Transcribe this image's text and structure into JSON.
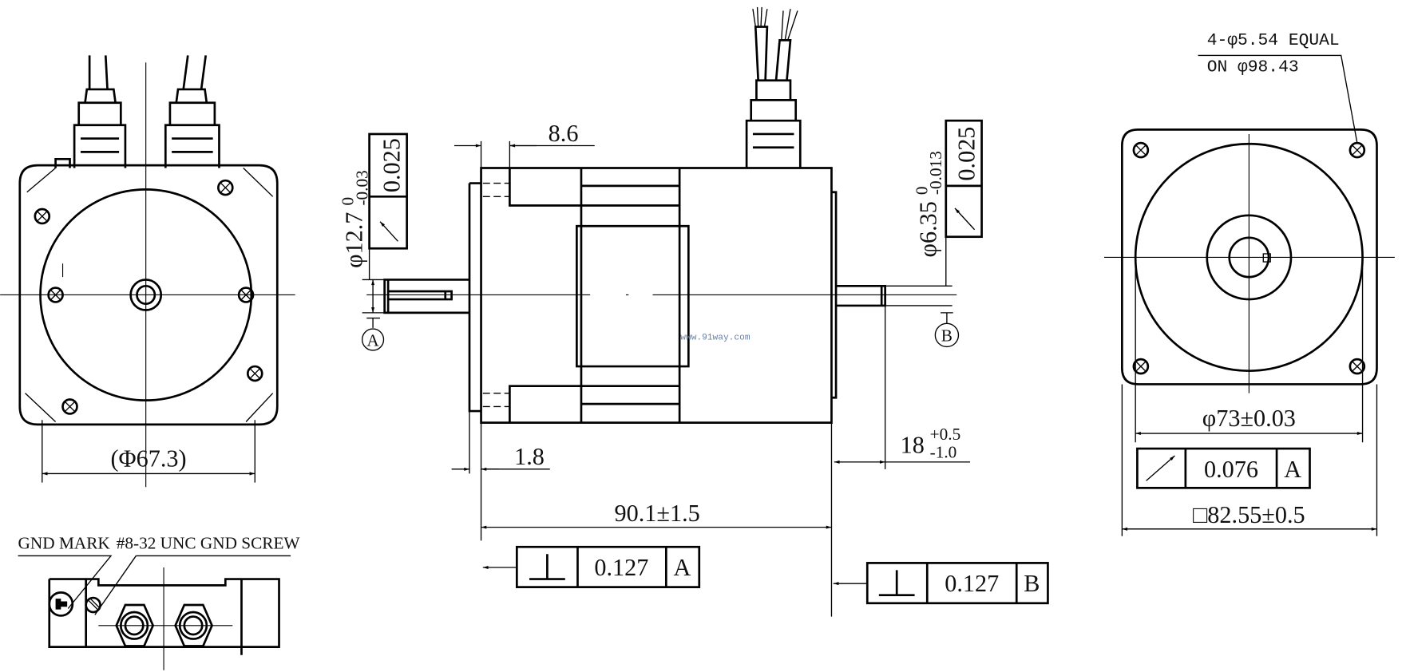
{
  "title": "Stepper motor outline drawing",
  "labels": {
    "left_diameter": "(Φ67.3)",
    "gnd_mark": "GND MARK",
    "gnd_screw": "#8-32 UNC GND SCREW",
    "shaft_front_dia": "φ12.7",
    "shaft_front_tol_upper": "0",
    "shaft_front_tol_lower": "-0.03",
    "shaft_front_runout": "0.025",
    "shaft_rear_dia": "φ6.35",
    "shaft_rear_tol_upper": "0",
    "shaft_rear_tol_lower": "-0.013",
    "shaft_rear_runout": "0.025",
    "datum_a": "A",
    "datum_b": "B",
    "dim_flange_step": "8.6",
    "dim_flange_thk": "1.8",
    "dim_length": "90.1±1.5",
    "dim_rear_shaft": "18",
    "dim_rear_shaft_upper": "+0.5",
    "dim_rear_shaft_lower": "-1.0",
    "perp_a_value": "0.127",
    "perp_a_datum": "A",
    "perp_b_value": "0.127",
    "perp_b_datum": "B",
    "holes_line1": "4-φ5.54 EQUAL",
    "holes_line2": "ON φ98.43",
    "pilot_dia": "φ73±0.03",
    "runout_value": "0.076",
    "runout_datum": "A",
    "square_size": "□82.55±0.5",
    "watermark": "www.91way.com"
  },
  "colors": {
    "line": "#000000",
    "watermark": "#6a7fa0"
  }
}
